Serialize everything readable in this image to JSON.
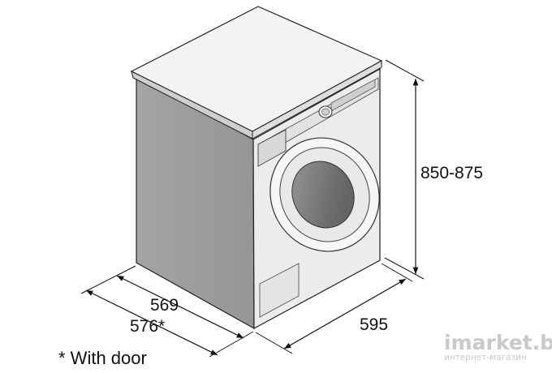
{
  "dimensions": {
    "height": "850-875",
    "width": "595",
    "depth": "569",
    "depth_with_door": "576*",
    "footnote": "* With door"
  },
  "watermark": {
    "brand": "imarket.by",
    "tagline": "интернет-магазин"
  },
  "icons": {
    "product": "washing-machine-icon"
  },
  "colors": {
    "body_side": "#9c9c9c",
    "front_panel": "#e8e8e8",
    "top": "#f4f4f4",
    "porthole_glass": "#777777",
    "watermark": "#c8c8c8",
    "dimension_lines": "#111111"
  }
}
